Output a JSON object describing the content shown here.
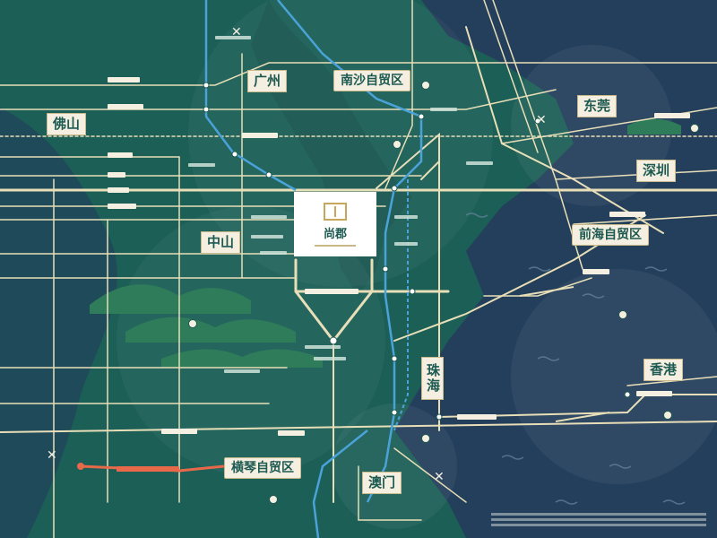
{
  "map": {
    "project_name": "尚郡",
    "cities": {
      "foshan": "佛山",
      "guangzhou": "广州",
      "dongguan": "东莞",
      "shenzhen": "深圳",
      "zhongshan": "中山",
      "zhuhai": "珠海",
      "hongkong": "香港",
      "macau": "澳门"
    },
    "zones": {
      "nansha": "南沙自贸区",
      "qianhai": "前海自贸区",
      "hengqin": "横琴自贸区"
    },
    "colors": {
      "land": "#1c5f57",
      "sea": "#243f5c",
      "road": "#e8dfb8",
      "rail": "#4aa3d8",
      "accent": "#e8694a",
      "label_bg": "#f4efe0"
    },
    "icons": {
      "airport": "airplane-icon",
      "mountain": "mountain-icon",
      "landmark": "landmark-icon"
    }
  }
}
